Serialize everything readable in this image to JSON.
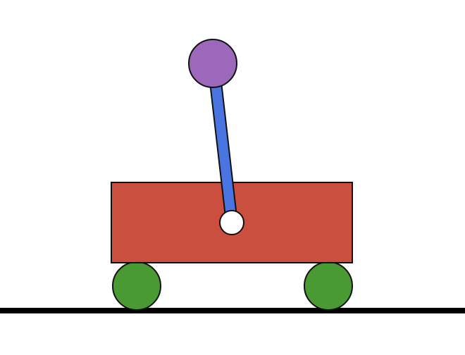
{
  "scene": {
    "objects": [
      "cart",
      "pole",
      "pole-tip",
      "pivot",
      "wheel-left",
      "wheel-right",
      "ground"
    ]
  },
  "colors": {
    "background": "#ffffff",
    "cart": "#cb4f3e",
    "pole": "#4a74e0",
    "pole_tip": "#9c68bb",
    "pivot": "#ffffff",
    "wheels": "#4a9a34",
    "outline": "#111111",
    "ground": "#000000"
  },
  "state": {
    "pole_angle_deg": 8
  }
}
